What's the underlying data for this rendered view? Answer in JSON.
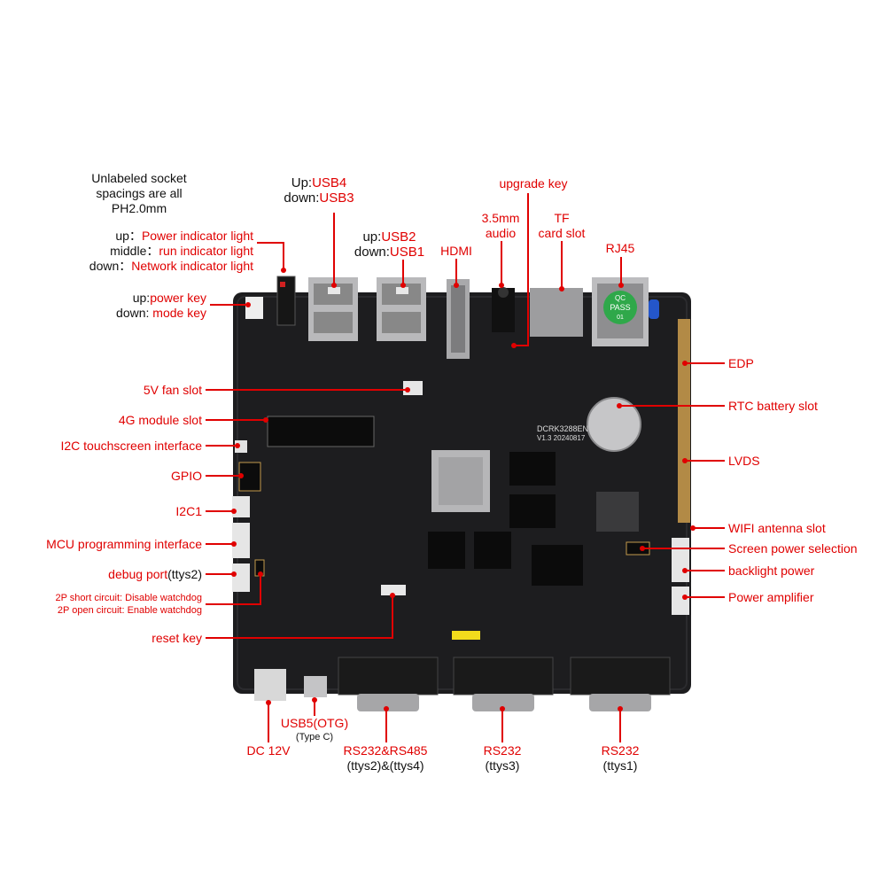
{
  "colors": {
    "label": "#e00000",
    "text": "#111111",
    "leader": "#e00000",
    "board": "#1d1d1f"
  },
  "note": {
    "line1": "Unlabeled socket",
    "line2": "spacings are all",
    "line3": "PH2.0mm"
  },
  "top": {
    "usb_up_prefix": "Up:",
    "usb_up": "USB4",
    "usb_down_prefix": "down:",
    "usb_down": "USB3",
    "usb2_up_prefix": "up:",
    "usb2_up": "USB2",
    "usb2_down_prefix": "down:",
    "usb2_down": "USB1",
    "hdmi": "HDMI",
    "upgrade_key": "upgrade key",
    "audio_1": "3.5mm",
    "audio_2": "audio",
    "tf_1": "TF",
    "tf_2": "card slot",
    "rj45": "RJ45"
  },
  "left": {
    "ind_up_prefix": "up：",
    "ind_up": "Power indicator light",
    "ind_mid_prefix": "middle：",
    "ind_mid": "run indicator light",
    "ind_down_prefix": "down：",
    "ind_down": "Network indicator light",
    "key_up_prefix": "up:",
    "key_up": "power key",
    "key_down_prefix": "down: ",
    "key_down": "mode key",
    "fan": "5V fan slot",
    "module_4g": "4G module slot",
    "i2c_touch": "I2C touchscreen interface",
    "gpio": "GPIO",
    "i2c1": "I2C1",
    "mcu": "MCU programming interface",
    "debug": "debug port",
    "debug_suffix": "(ttys2)",
    "wd_short": "2P short circuit: Disable watchdog",
    "wd_open": "2P open circuit: Enable watchdog",
    "reset": "reset key"
  },
  "right": {
    "edp": "EDP",
    "rtc": "RTC battery slot",
    "lvds": "LVDS",
    "wifi": "WIFI antenna slot",
    "screen_power": "Screen power selection",
    "backlight": "backlight power",
    "amp": "Power amplifier"
  },
  "bottom": {
    "dc": "DC 12V",
    "usb5": "USB5(OTG)",
    "usb5_sub": "(Type C)",
    "rs1": "RS232&RS485",
    "rs1_sub": "(ttys2)&(ttys4)",
    "rs2": "RS232",
    "rs2_sub": "(ttys3)",
    "rs3": "RS232",
    "rs3_sub": "(ttys1)"
  },
  "board_print": {
    "model": "DCRK3288EN",
    "version": "V1.3 20240817",
    "pass_1": "QC",
    "pass_2": "PASS",
    "pass_3": "01"
  }
}
